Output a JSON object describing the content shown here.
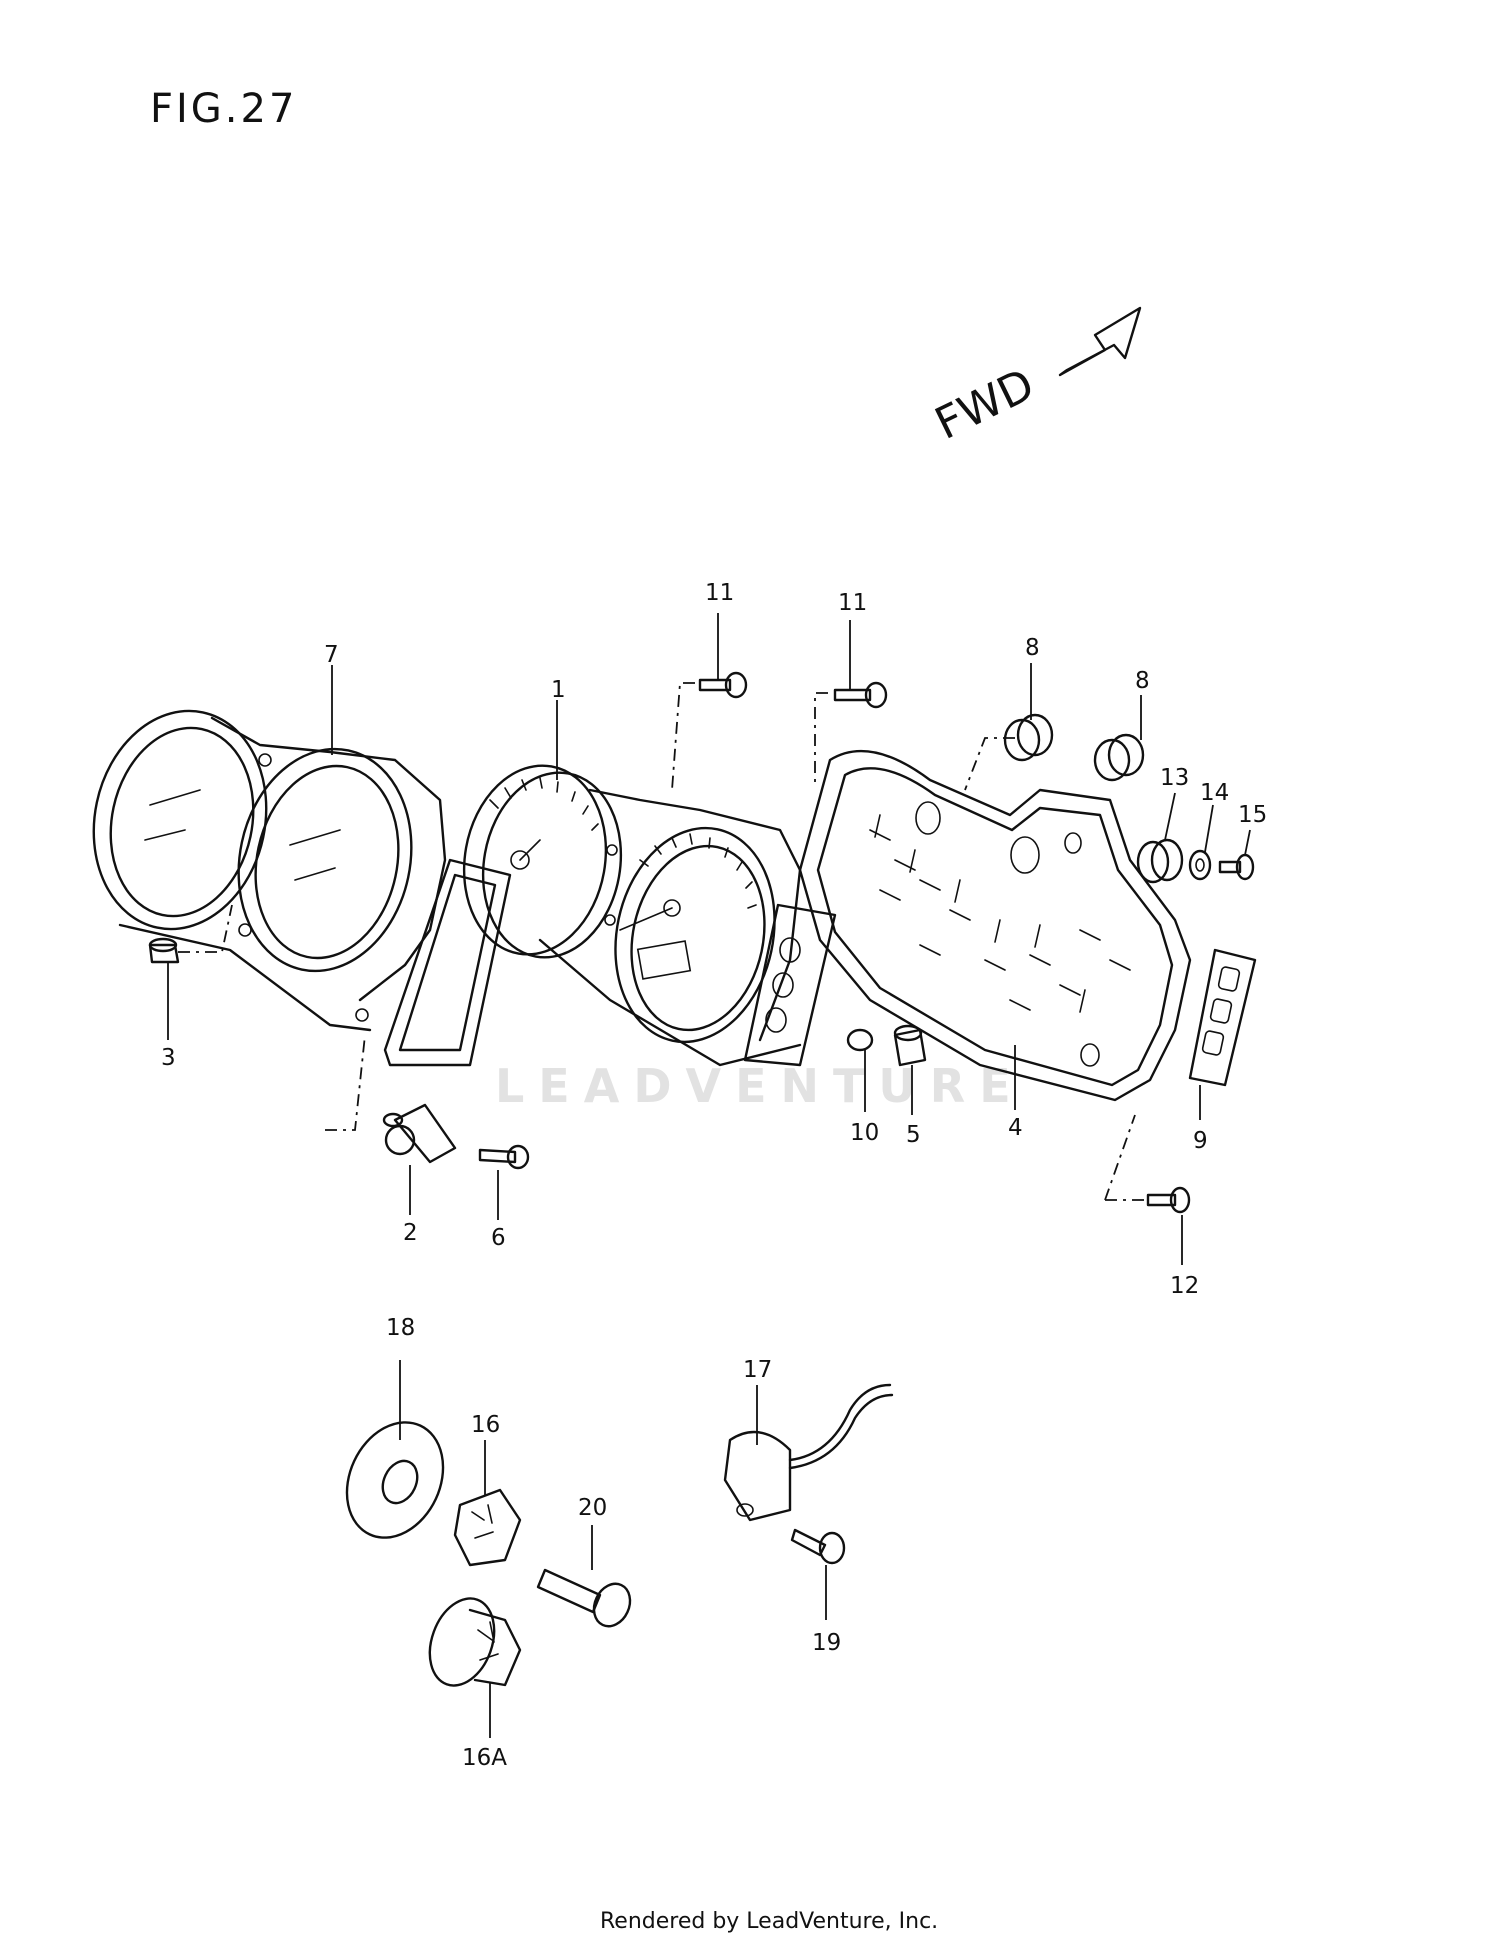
{
  "figure_title": "FIG.27",
  "direction_label": "FWD",
  "watermark": "LEADVENTURE",
  "footer": "Rendered by LeadVenture, Inc.",
  "callouts": [
    "1",
    "2",
    "3",
    "4",
    "5",
    "6",
    "7",
    "8",
    "8",
    "9",
    "10",
    "11",
    "11",
    "12",
    "13",
    "14",
    "15",
    "16",
    "16A",
    "17",
    "18",
    "19",
    "20"
  ]
}
